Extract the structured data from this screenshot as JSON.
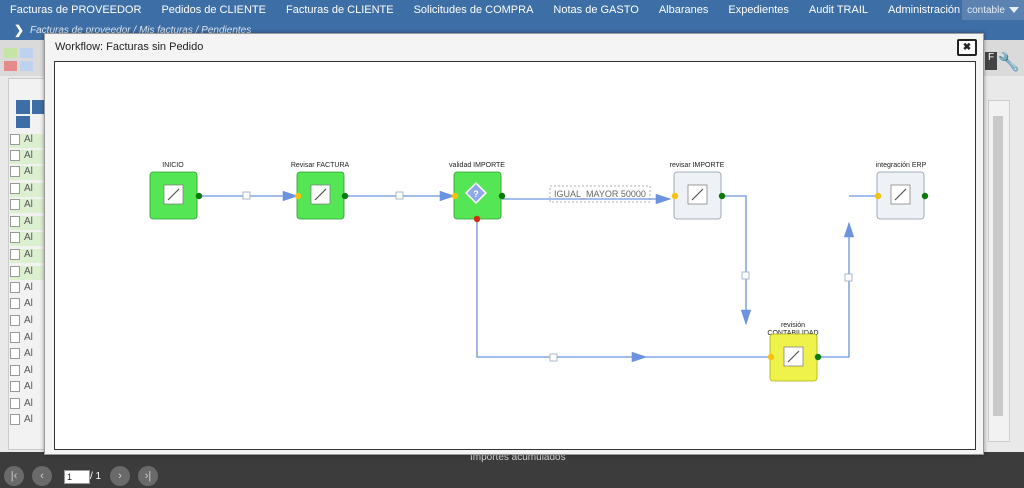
{
  "topnav": {
    "items": [
      "Facturas de PROVEEDOR",
      "Pedidos de CLIENTE",
      "Facturas de CLIENTE",
      "Solicitudes de COMPRA",
      "Notas de GASTO",
      "Albaranes",
      "Expedientes",
      "Audit TRAIL",
      "Administración"
    ],
    "user": "contable"
  },
  "breadcrumb": "Facturas de proveedor / Mis facturas / Pendientes",
  "left_list": {
    "row_label": "Al"
  },
  "bottom": {
    "center_text": "Importes acumulados",
    "page_current": "1",
    "page_total": "/ 1"
  },
  "modal": {
    "title": "Workflow: Facturas sin Pedido",
    "close_label": "✖"
  },
  "workflow": {
    "nodes": {
      "inicio": "INICIO",
      "revisar_factura": "Revisar FACTURA",
      "validad_importe": "validad IMPORTE",
      "revisar_importe": "revisar IMPORTE",
      "integracion_erp": "integración ERP",
      "revision_contabilidad_1": "revisión",
      "revision_contabilidad_2": "CONTABILIDAD"
    },
    "condition": "IGUAL_MAYOR 50000"
  },
  "colors": {
    "nav": "#3d6ea6",
    "node_green": "#55e655",
    "node_gray": "#eef1f5",
    "node_yellow": "#eef24a",
    "edge": "#6b93df"
  }
}
